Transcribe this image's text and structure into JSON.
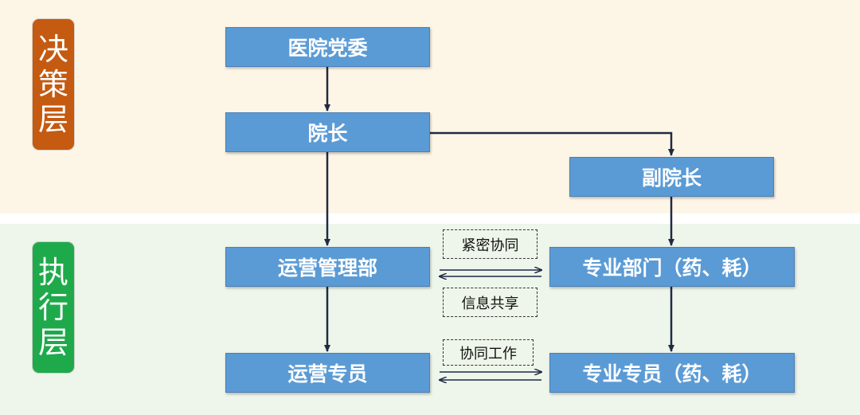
{
  "colors": {
    "decision_band": "#fdf6e6",
    "exec_band": "#eef5ea",
    "decision_label": "#c55a11",
    "exec_label": "#1eaa4b",
    "node_fill": "#5b9bd5",
    "arrow": "#1f2a44"
  },
  "layers": {
    "decision": "决策层",
    "execution": "执行层"
  },
  "nodes": {
    "party_committee": "医院党委",
    "president": "院长",
    "vice_president": "副院长",
    "ops_department": "运营管理部",
    "specialty_department": "专业部门（药、耗）",
    "ops_specialist": "运营专员",
    "specialty_specialist": "专业专员（药、耗）"
  },
  "link_labels": {
    "close_coordination": "紧密协同",
    "info_sharing": "信息共享",
    "collaborative_work": "协同工作"
  }
}
